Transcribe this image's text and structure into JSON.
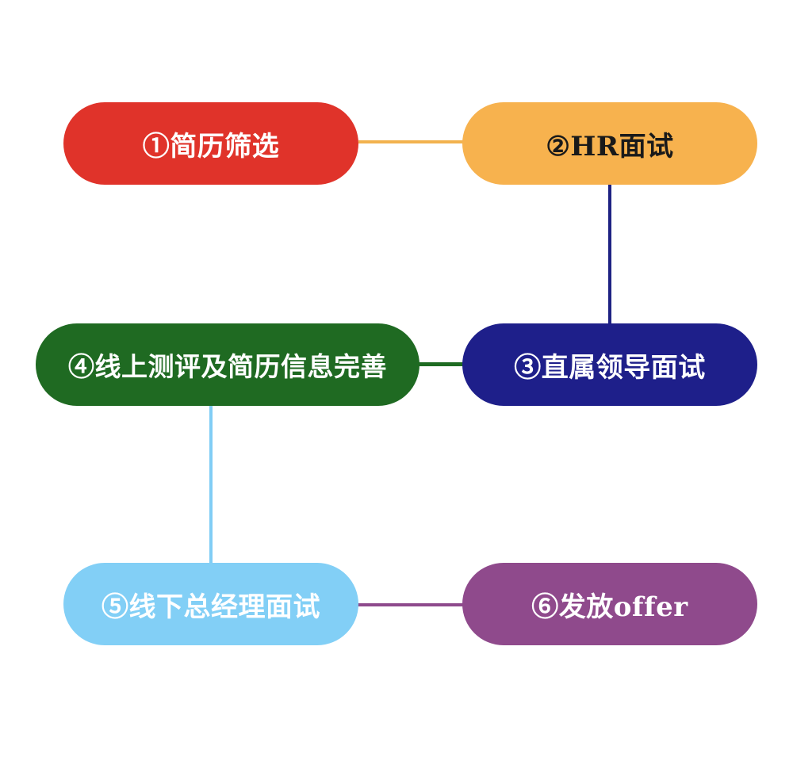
{
  "flow": {
    "steps": [
      {
        "id": "step-1",
        "label": "①简历筛选",
        "color": "#e0332a",
        "text_color": "#ffffff"
      },
      {
        "id": "step-2",
        "label": "②HR面试",
        "color": "#f7b24e",
        "text_color": "#1a1a1a"
      },
      {
        "id": "step-3",
        "label": "③直属领导面试",
        "color": "#1e1f8a",
        "text_color": "#ffffff"
      },
      {
        "id": "step-4",
        "label": "④线上测评及简历信息完善",
        "color": "#1f6a22",
        "text_color": "#ffffff"
      },
      {
        "id": "step-5",
        "label": "⑤线下总经理面试",
        "color": "#82cff6",
        "text_color": "#ffffff"
      },
      {
        "id": "step-6",
        "label": "⑥发放offer",
        "color": "#8f4a8c",
        "text_color": "#ffffff"
      }
    ],
    "connections": [
      {
        "from": "step-1",
        "to": "step-2",
        "color": "#f2b24e"
      },
      {
        "from": "step-2",
        "to": "step-3",
        "color": "#1e2283"
      },
      {
        "from": "step-3",
        "to": "step-4",
        "color": "#1e6b22"
      },
      {
        "from": "step-4",
        "to": "step-5",
        "color": "#80cdf5"
      },
      {
        "from": "step-5",
        "to": "step-6",
        "color": "#8e4a8c"
      }
    ]
  }
}
